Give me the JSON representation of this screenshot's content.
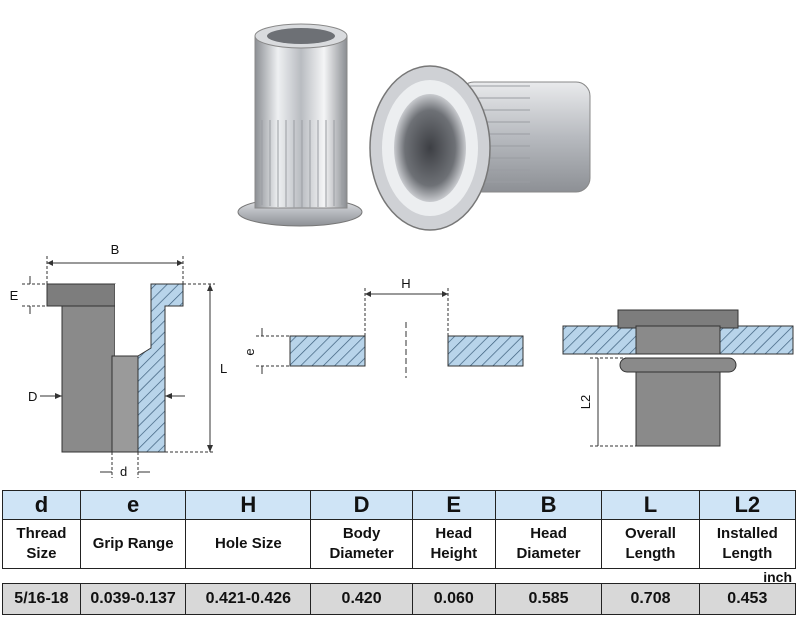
{
  "diagram_labels": {
    "b": "B",
    "e_upper": "E",
    "l": "L",
    "d_upper": "D",
    "d_lower": "d",
    "h": "H",
    "e_lower": "e",
    "l2": "L2"
  },
  "table": {
    "symbols": [
      "d",
      "e",
      "H",
      "D",
      "E",
      "B",
      "L",
      "L2"
    ],
    "descriptions": [
      [
        "Thread",
        "Size"
      ],
      [
        "Grip Range",
        ""
      ],
      [
        "Hole Size",
        ""
      ],
      [
        "Body",
        "Diameter"
      ],
      [
        "Head",
        "Height"
      ],
      [
        "Head",
        "Diameter"
      ],
      [
        "Overall",
        "Length"
      ],
      [
        "Installed",
        "Length"
      ]
    ],
    "unit": "inch",
    "values": [
      "5/16-18",
      "0.039-0.137",
      "0.421-0.426",
      "0.420",
      "0.060",
      "0.585",
      "0.708",
      "0.453"
    ]
  },
  "colors": {
    "hatch_fill": "#b8d4ea",
    "body_gray": "#8a8a8a",
    "header_blue": "#cfe4f6",
    "value_gray": "#d8d8d8"
  }
}
